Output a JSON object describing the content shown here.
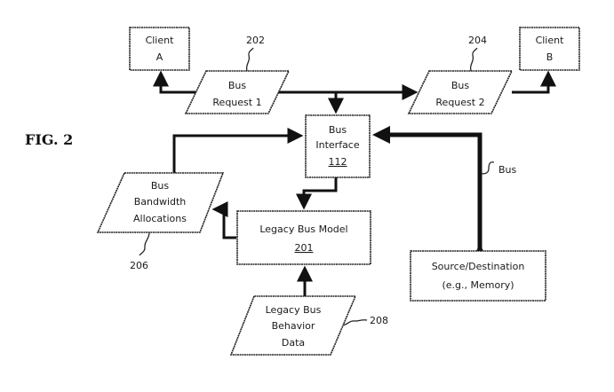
{
  "figure": {
    "label": "FIG. 2"
  },
  "nodes": {
    "client_a": {
      "lines": [
        "Client",
        "A"
      ]
    },
    "client_b": {
      "lines": [
        "Client",
        "B"
      ]
    },
    "bus_request_1": {
      "lines": [
        "Bus",
        "Request 1"
      ],
      "ref": "202"
    },
    "bus_request_2": {
      "lines": [
        "Bus",
        "Request 2"
      ],
      "ref": "204"
    },
    "bus_interface": {
      "lines": [
        "Bus",
        "Interface",
        "112"
      ]
    },
    "bus_bandwidth_allocations": {
      "lines": [
        "Bus",
        "Bandwidth",
        "Allocations"
      ],
      "ref": "206"
    },
    "legacy_bus_model": {
      "lines": [
        "Legacy Bus Model",
        "201"
      ]
    },
    "legacy_bus_behavior_data": {
      "lines": [
        "Legacy Bus",
        "Behavior",
        "Data"
      ],
      "ref": "208"
    },
    "source_destination": {
      "lines": [
        "Source/Destination",
        "(e.g., Memory)"
      ]
    }
  },
  "bus_label": "Bus",
  "connections": [
    {
      "from": "bus_request_1",
      "to": "client_a"
    },
    {
      "from": "bus_request_1",
      "to": "bus_request_2"
    },
    {
      "from": "bus_request_2",
      "to": "client_b"
    },
    {
      "from": "bus_request_1",
      "to": "bus_interface"
    },
    {
      "from": "bus_bandwidth_allocations",
      "to": "bus_interface"
    },
    {
      "from": "bus_interface",
      "to": "legacy_bus_model"
    },
    {
      "from": "legacy_bus_model",
      "to": "bus_bandwidth_allocations"
    },
    {
      "from": "legacy_bus_behavior_data",
      "to": "legacy_bus_model"
    },
    {
      "from": "source_destination",
      "to": "bus_interface",
      "bidirectional": true,
      "label": "Bus"
    }
  ]
}
